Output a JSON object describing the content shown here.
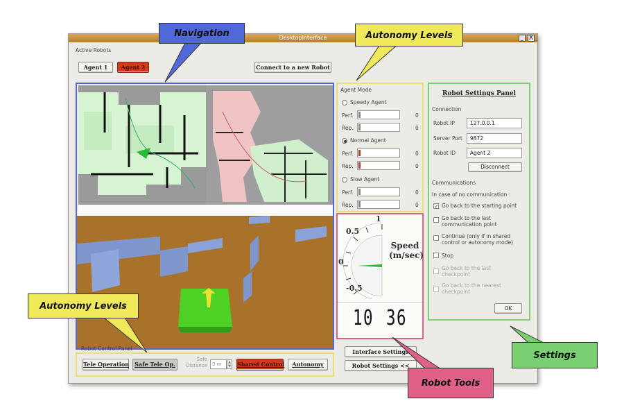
{
  "window": {
    "title": "DesktopInterface",
    "minimize_glyph": "_",
    "close_glyph": "X"
  },
  "active_robots": {
    "label": "Active Robots",
    "agents": [
      "Agent 1",
      "Agent 2"
    ],
    "connect_label": "Connect to a new Robot"
  },
  "agent_mode": {
    "title": "Agent Mode",
    "modes": [
      {
        "name": "Speedy Agent",
        "selected": false,
        "perf_label": "Perf.",
        "perf_value": "0",
        "rep_label": "Rep.",
        "rep_value": "0"
      },
      {
        "name": "Normal Agent",
        "selected": true,
        "perf_label": "Perf.",
        "perf_value": "0",
        "rep_label": "Rep.",
        "rep_value": "0"
      },
      {
        "name": "Slow Agent",
        "selected": false,
        "perf_label": "Perf.",
        "perf_value": "0",
        "rep_label": "Rep.",
        "rep_value": "0"
      }
    ]
  },
  "settings_panel": {
    "title": "Robot Settings Panel",
    "connection_label": "Connection",
    "robot_ip_label": "Robot IP",
    "robot_ip": "127.0.0.1",
    "server_port_label": "Server Port",
    "server_port": "9872",
    "robot_id_label": "Robot ID",
    "robot_id": "Agent 2",
    "disconnect_label": "Disconnect",
    "communications_label": "Communications",
    "no_comm_label": "In case of no communication :",
    "options": [
      {
        "text": "Go back to the starting point",
        "checked": true,
        "enabled": true
      },
      {
        "text": "Go back to the last communication point",
        "checked": false,
        "enabled": true
      },
      {
        "text": "Continue (only if in shared control or autonomy mode)",
        "checked": false,
        "enabled": true
      },
      {
        "text": "Stop",
        "checked": false,
        "enabled": true
      },
      {
        "text": "Go back to the last checkpoint",
        "checked": false,
        "enabled": false
      },
      {
        "text": "Go back to the nearest checkpoint",
        "checked": false,
        "enabled": false
      }
    ],
    "ok_label": "OK"
  },
  "speed_gauge": {
    "label_line1": "Speed",
    "label_line2": "(m/sec)",
    "ticks": [
      "1",
      "0.5",
      "0",
      "-0.5"
    ],
    "value": 0
  },
  "display": {
    "left": "10",
    "right": "36"
  },
  "control_panel": {
    "label": "Robot Control Panel",
    "tele_label": "Tele Operation",
    "safe_tele_label": "Safe Tele Op.",
    "safe_distance_label1": "Safe",
    "safe_distance_label2": "Distance",
    "safe_distance_value": "0 m",
    "shared_label": "Shared Control",
    "autonomy_label": "Autonomy"
  },
  "bottom_buttons": {
    "interface_label": "Interface Settings",
    "robot_settings_label": "Robot Settings  <<"
  },
  "callouts": {
    "navigation": "Navigation",
    "autonomy_top": "Autonomy Levels",
    "autonomy_bottom": "Autonomy Levels",
    "settings": "Settings",
    "robot_tools": "Robot Tools"
  },
  "colors": {
    "nav": "#5068d8",
    "autonomy": "#e8e070",
    "settings": "#7ad070",
    "tools": "#e06088",
    "red_button": "#d33a1c",
    "terrain": "#a8722a"
  }
}
